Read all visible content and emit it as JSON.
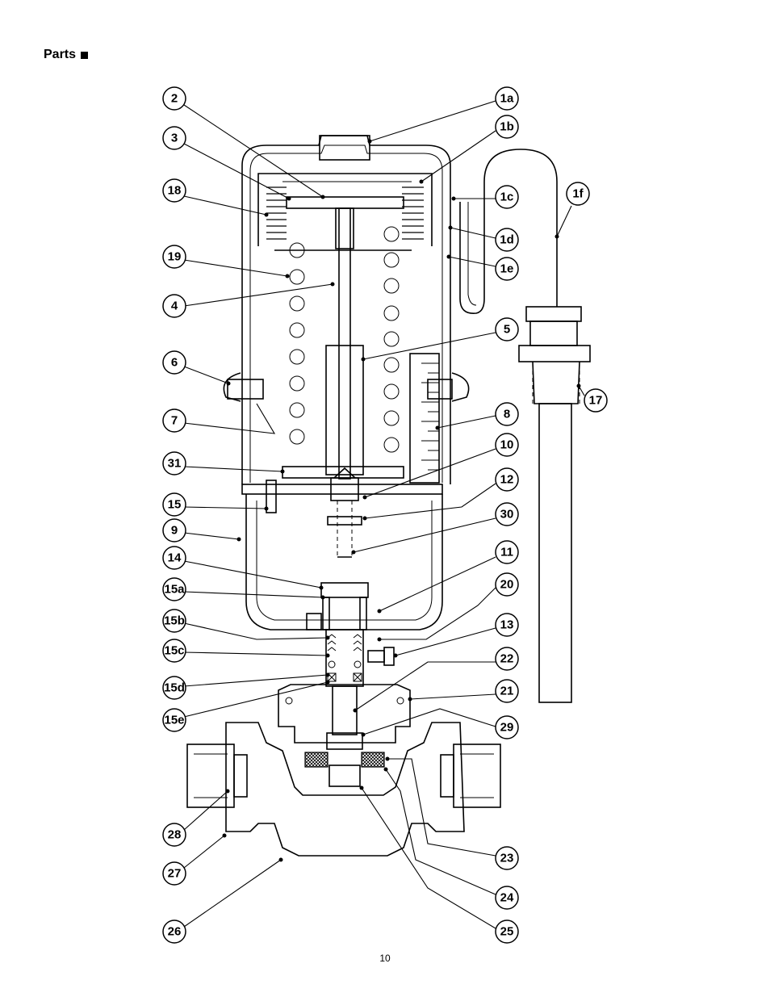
{
  "page": {
    "title": "Parts",
    "page_number": "10"
  },
  "diagram": {
    "callouts": [
      {
        "id": "c-2",
        "label": "2"
      },
      {
        "id": "c-3",
        "label": "3"
      },
      {
        "id": "c-18",
        "label": "18"
      },
      {
        "id": "c-19",
        "label": "19"
      },
      {
        "id": "c-4",
        "label": "4"
      },
      {
        "id": "c-6",
        "label": "6"
      },
      {
        "id": "c-7",
        "label": "7"
      },
      {
        "id": "c-31",
        "label": "31"
      },
      {
        "id": "c-15",
        "label": "15"
      },
      {
        "id": "c-9",
        "label": "9"
      },
      {
        "id": "c-14",
        "label": "14"
      },
      {
        "id": "c-15a",
        "label": "15a"
      },
      {
        "id": "c-15b",
        "label": "15b"
      },
      {
        "id": "c-15c",
        "label": "15c"
      },
      {
        "id": "c-15d",
        "label": "15d"
      },
      {
        "id": "c-15e",
        "label": "15e"
      },
      {
        "id": "c-28",
        "label": "28"
      },
      {
        "id": "c-27",
        "label": "27"
      },
      {
        "id": "c-26",
        "label": "26"
      },
      {
        "id": "c-1a",
        "label": "1a"
      },
      {
        "id": "c-1b",
        "label": "1b"
      },
      {
        "id": "c-1c",
        "label": "1c"
      },
      {
        "id": "c-1d",
        "label": "1d"
      },
      {
        "id": "c-1e",
        "label": "1e"
      },
      {
        "id": "c-1f",
        "label": "1f"
      },
      {
        "id": "c-5",
        "label": "5"
      },
      {
        "id": "c-17",
        "label": "17"
      },
      {
        "id": "c-8",
        "label": "8"
      },
      {
        "id": "c-10",
        "label": "10"
      },
      {
        "id": "c-12",
        "label": "12"
      },
      {
        "id": "c-30",
        "label": "30"
      },
      {
        "id": "c-11",
        "label": "11"
      },
      {
        "id": "c-20",
        "label": "20"
      },
      {
        "id": "c-13",
        "label": "13"
      },
      {
        "id": "c-22",
        "label": "22"
      },
      {
        "id": "c-21",
        "label": "21"
      },
      {
        "id": "c-29",
        "label": "29"
      },
      {
        "id": "c-23",
        "label": "23"
      },
      {
        "id": "c-24",
        "label": "24"
      },
      {
        "id": "c-25",
        "label": "25"
      }
    ]
  }
}
